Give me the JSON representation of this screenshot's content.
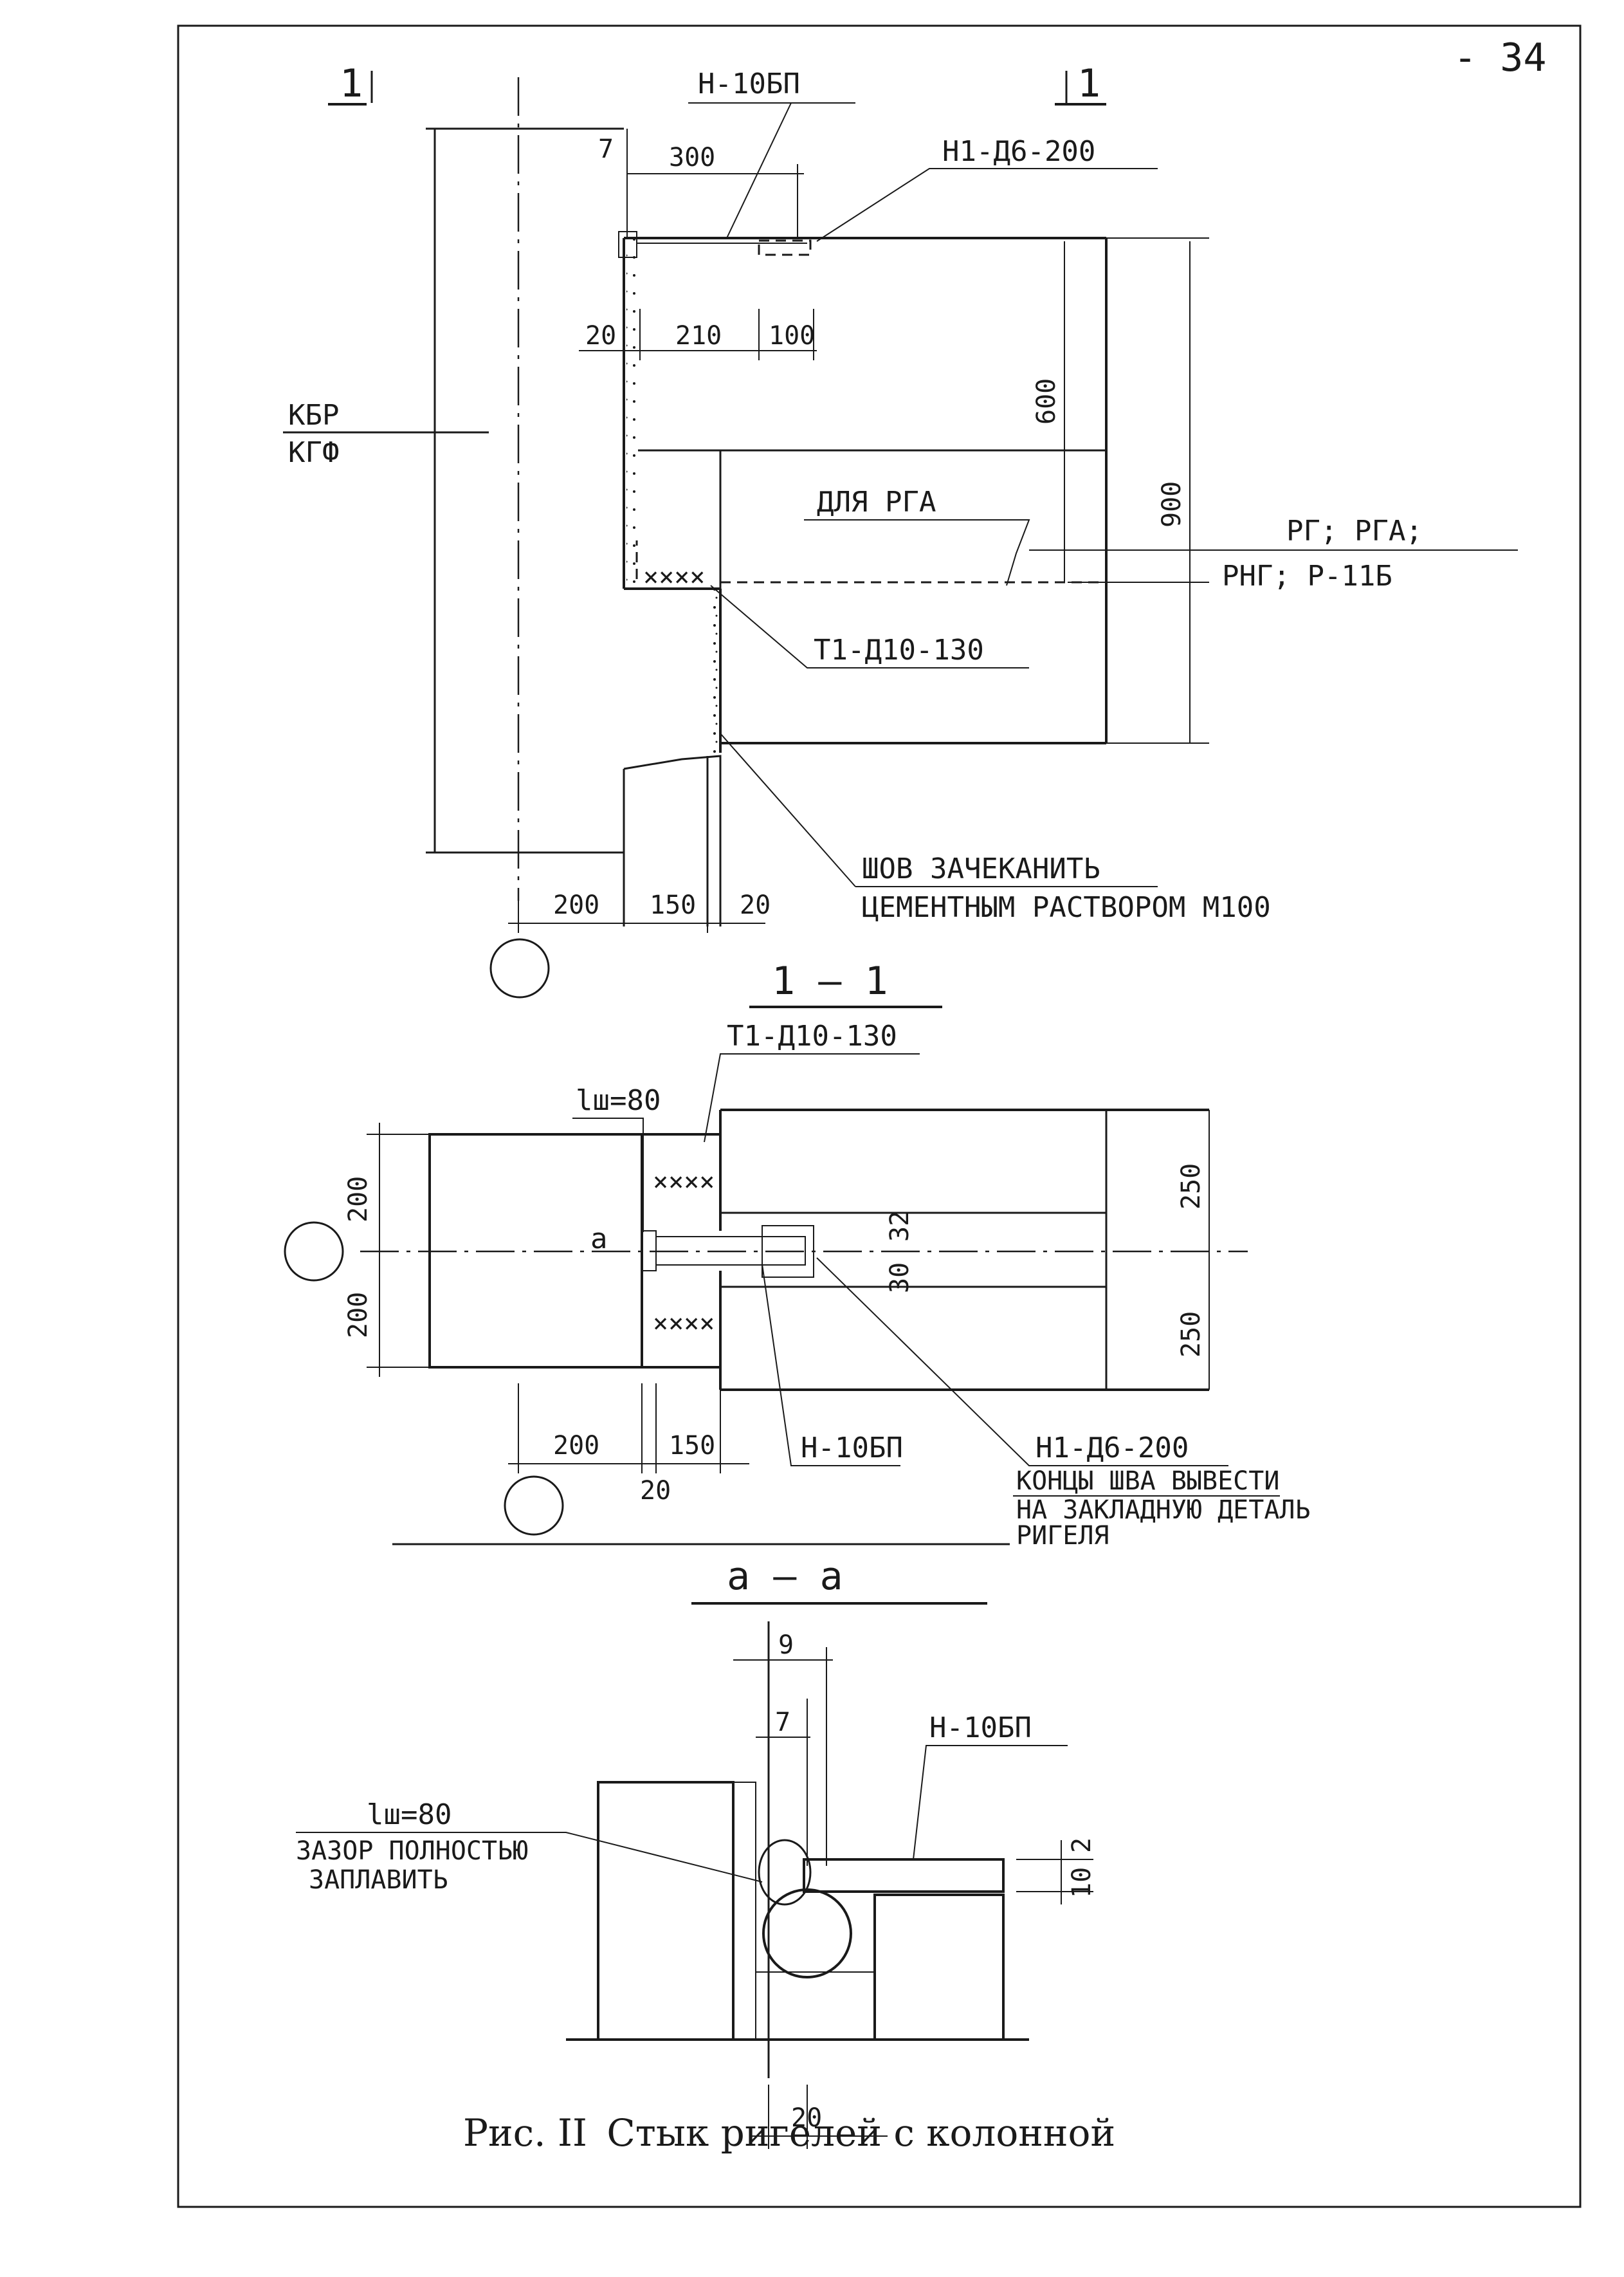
{
  "page_number": "- 34",
  "section_top": {
    "cut_mark_left": "1",
    "cut_mark_right": "1",
    "plate_label": "Н-10БП",
    "rebar_top_label": "Н1-Д6-200",
    "column_label_top": "КБР",
    "column_label_bottom": "КГФ",
    "for_rga_label": "ДЛЯ РГА",
    "beam_labels_line1": "РГ; РГА;",
    "beam_labels_line2": "РНГ; Р-11Б",
    "rebar_bottom_label": "Т1-Д10-130",
    "note_line1": "ШОВ ЗАЧЕКАНИТЬ",
    "note_line2": "ЦЕМЕНТНЫМ РАСТВОРОМ М100",
    "dims": {
      "d7": "7",
      "d300": "300",
      "d20": "20",
      "d210": "210",
      "d100": "100",
      "d600": "600",
      "d900": "900",
      "b200": "200",
      "b150": "150",
      "b20": "20"
    }
  },
  "section_11": {
    "title": "1 — 1",
    "rebar_label": "Т1-Д10-130",
    "weld_label": "lш=80",
    "plate_label": "Н-10БП",
    "rebar_label2": "Н1-Д6-200",
    "note_line1": "КОНЦЫ ШВА ВЫВЕСТИ",
    "note_line2": "НА ЗАКЛАДНУЮ ДЕТАЛЬ",
    "note_line3": "РИГЕЛЯ",
    "marker_a": "а",
    "dims": {
      "left200a": "200",
      "left200b": "200",
      "right250a": "250",
      "right250b": "250",
      "d30": "30",
      "d32": "32",
      "b200": "200",
      "b150": "150",
      "b20": "20"
    }
  },
  "section_aa": {
    "title": "а — а",
    "plate_label": "Н-10БП",
    "weld_label": "lш=80",
    "note_line1": "ЗАЗОР ПОЛНОСТЬЮ",
    "note_line2": "ЗАПЛАВИТЬ",
    "dims": {
      "d9": "9",
      "d7": "7",
      "d10": "10",
      "d2": "2",
      "d20": "20"
    }
  },
  "caption": {
    "prefix": "Рис. II",
    "text": "Стык ригелей с колонной"
  }
}
